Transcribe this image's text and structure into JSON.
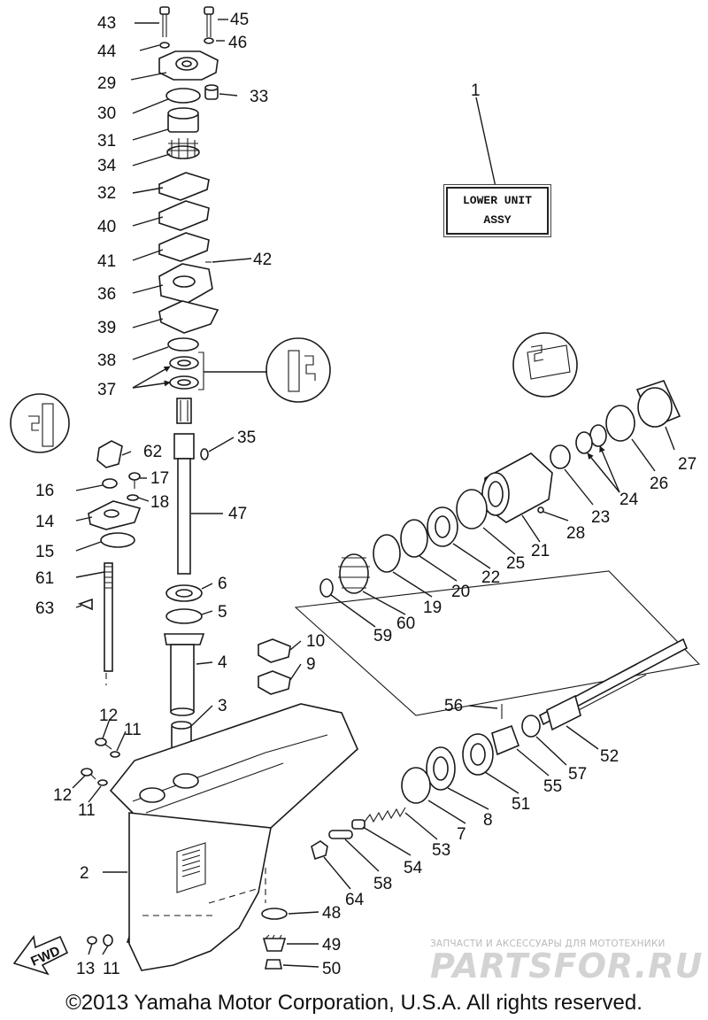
{
  "diagram": {
    "assembly_box": {
      "line1": "LOWER UNIT",
      "line2": "ASSY"
    },
    "direction_arrow": {
      "label": "FWD"
    },
    "copyright": "©2013 Yamaha Motor Corporation, U.S.A. All rights reserved.",
    "watermark": {
      "caption": "ЗАПЧАСТИ И АКСЕССУАРЫ ДЛЯ МОТОТЕХНИКИ",
      "brand": "PARTSFOR.RU"
    },
    "part_numbers": [
      {
        "id": "43",
        "label": "43"
      },
      {
        "id": "45",
        "label": "45"
      },
      {
        "id": "44",
        "label": "44"
      },
      {
        "id": "46",
        "label": "46"
      },
      {
        "id": "29",
        "label": "29"
      },
      {
        "id": "33",
        "label": "33"
      },
      {
        "id": "30",
        "label": "30"
      },
      {
        "id": "31",
        "label": "31"
      },
      {
        "id": "34",
        "label": "34"
      },
      {
        "id": "32",
        "label": "32"
      },
      {
        "id": "40",
        "label": "40"
      },
      {
        "id": "41",
        "label": "41"
      },
      {
        "id": "42",
        "label": "42"
      },
      {
        "id": "36",
        "label": "36"
      },
      {
        "id": "39",
        "label": "39"
      },
      {
        "id": "38",
        "label": "38"
      },
      {
        "id": "37",
        "label": "37"
      },
      {
        "id": "35",
        "label": "35"
      },
      {
        "id": "62",
        "label": "62"
      },
      {
        "id": "16",
        "label": "16"
      },
      {
        "id": "17",
        "label": "17"
      },
      {
        "id": "18",
        "label": "18"
      },
      {
        "id": "14",
        "label": "14"
      },
      {
        "id": "47",
        "label": "47"
      },
      {
        "id": "15",
        "label": "15"
      },
      {
        "id": "61",
        "label": "61"
      },
      {
        "id": "6",
        "label": "6"
      },
      {
        "id": "63",
        "label": "63"
      },
      {
        "id": "5",
        "label": "5"
      },
      {
        "id": "10",
        "label": "10"
      },
      {
        "id": "4",
        "label": "4"
      },
      {
        "id": "9",
        "label": "9"
      },
      {
        "id": "3",
        "label": "3"
      },
      {
        "id": "12a",
        "label": "12"
      },
      {
        "id": "11a",
        "label": "11"
      },
      {
        "id": "12b",
        "label": "12"
      },
      {
        "id": "11b",
        "label": "11"
      },
      {
        "id": "2",
        "label": "2"
      },
      {
        "id": "13",
        "label": "13"
      },
      {
        "id": "11c",
        "label": "11"
      },
      {
        "id": "1",
        "label": "1"
      },
      {
        "id": "27",
        "label": "27"
      },
      {
        "id": "26",
        "label": "26"
      },
      {
        "id": "24",
        "label": "24"
      },
      {
        "id": "23",
        "label": "23"
      },
      {
        "id": "28",
        "label": "28"
      },
      {
        "id": "21",
        "label": "21"
      },
      {
        "id": "25",
        "label": "25"
      },
      {
        "id": "22",
        "label": "22"
      },
      {
        "id": "20",
        "label": "20"
      },
      {
        "id": "19",
        "label": "19"
      },
      {
        "id": "60",
        "label": "60"
      },
      {
        "id": "59",
        "label": "59"
      },
      {
        "id": "56",
        "label": "56"
      },
      {
        "id": "52",
        "label": "52"
      },
      {
        "id": "57",
        "label": "57"
      },
      {
        "id": "55",
        "label": "55"
      },
      {
        "id": "51",
        "label": "51"
      },
      {
        "id": "8",
        "label": "8"
      },
      {
        "id": "7",
        "label": "7"
      },
      {
        "id": "53",
        "label": "53"
      },
      {
        "id": "54",
        "label": "54"
      },
      {
        "id": "58",
        "label": "58"
      },
      {
        "id": "64",
        "label": "64"
      },
      {
        "id": "48",
        "label": "48"
      },
      {
        "id": "49",
        "label": "49"
      },
      {
        "id": "50",
        "label": "50"
      }
    ]
  }
}
